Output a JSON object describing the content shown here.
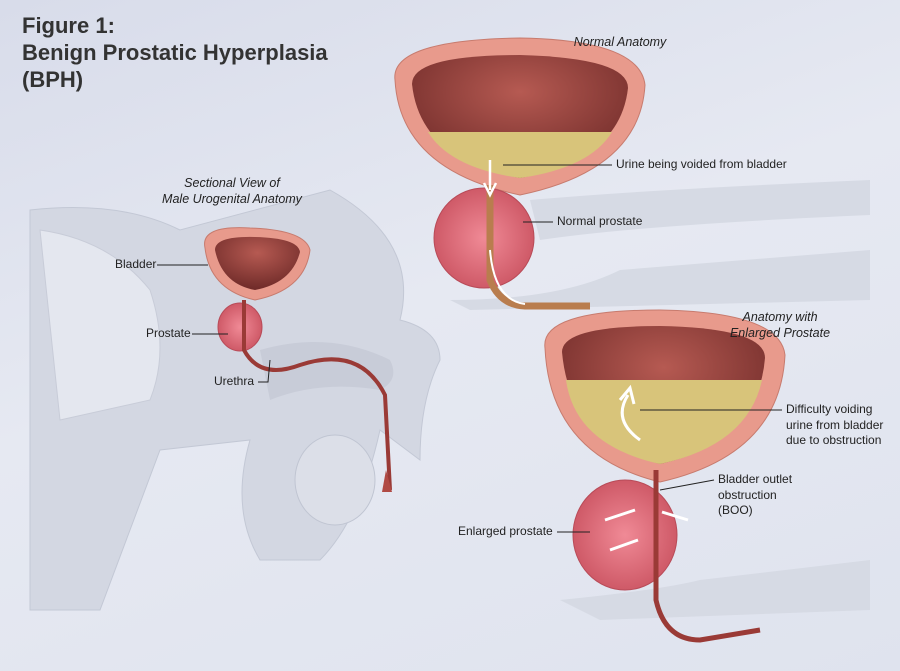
{
  "title": {
    "line1": "Figure 1:",
    "line2": "Benign Prostatic Hyperplasia",
    "line3": "(BPH)"
  },
  "sectional": {
    "caption_line1": "Sectional View of",
    "caption_line2": "Male Urogenital Anatomy",
    "labels": {
      "bladder": "Bladder",
      "prostate": "Prostate",
      "urethra": "Urethra"
    }
  },
  "normal": {
    "caption": "Normal Anatomy",
    "labels": {
      "urine": "Urine being voided from bladder",
      "prostate": "Normal prostate"
    }
  },
  "enlarged": {
    "caption_line1": "Anatomy with",
    "caption_line2": "Enlarged Prostate",
    "labels": {
      "difficulty_line1": "Difficulty voiding",
      "difficulty_line2": "urine from bladder",
      "difficulty_line3": "due to obstruction",
      "boo_line1": "Bladder outlet",
      "boo_line2": "obstruction",
      "boo_line3": "(BOO)",
      "prostate": "Enlarged prostate"
    }
  },
  "colors": {
    "bladder_wall": "#e89a8c",
    "bladder_inner": "#8c3a36",
    "urine": "#d8c47a",
    "prostate": "#e0707e",
    "body": "#cfd3de"
  }
}
